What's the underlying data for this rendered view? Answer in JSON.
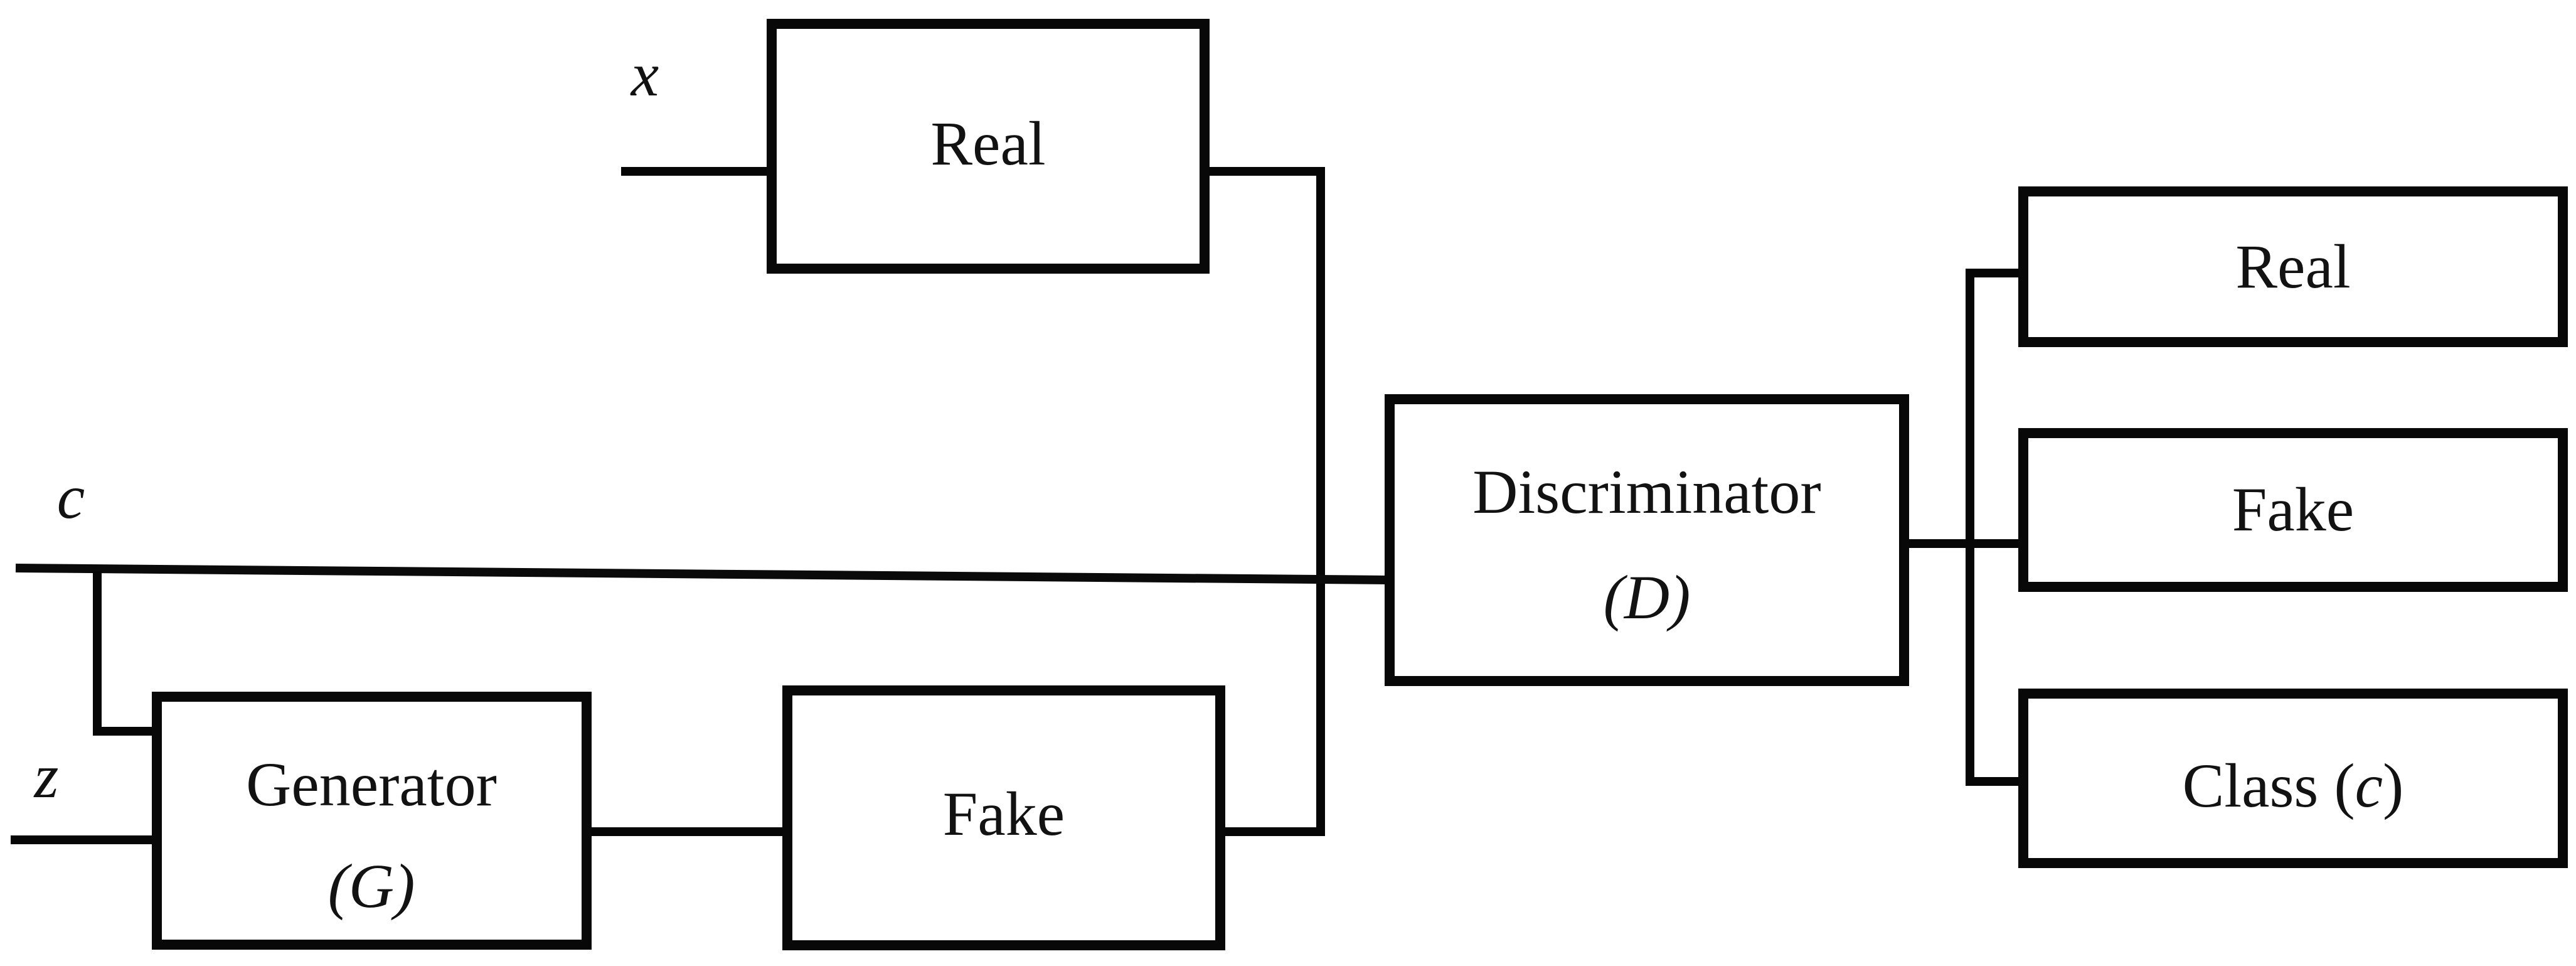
{
  "diagram": {
    "inputs": {
      "x": {
        "label": "x"
      },
      "c": {
        "label": "c"
      },
      "z": {
        "label": "z"
      }
    },
    "nodes": {
      "real_sample": {
        "label": "Real"
      },
      "generator": {
        "label": "Generator",
        "symbol": "(G)"
      },
      "fake_sample": {
        "label": "Fake"
      },
      "discriminator": {
        "label": "Discriminator",
        "symbol": "(D)"
      },
      "output_real": {
        "label": "Real"
      },
      "output_fake": {
        "label": "Fake"
      },
      "output_class": {
        "label_prefix": "Class (",
        "label_var": "c",
        "label_suffix": ")"
      }
    },
    "colors": {
      "background": "#ffffff",
      "stroke": "#080808",
      "text": "#121212"
    }
  }
}
